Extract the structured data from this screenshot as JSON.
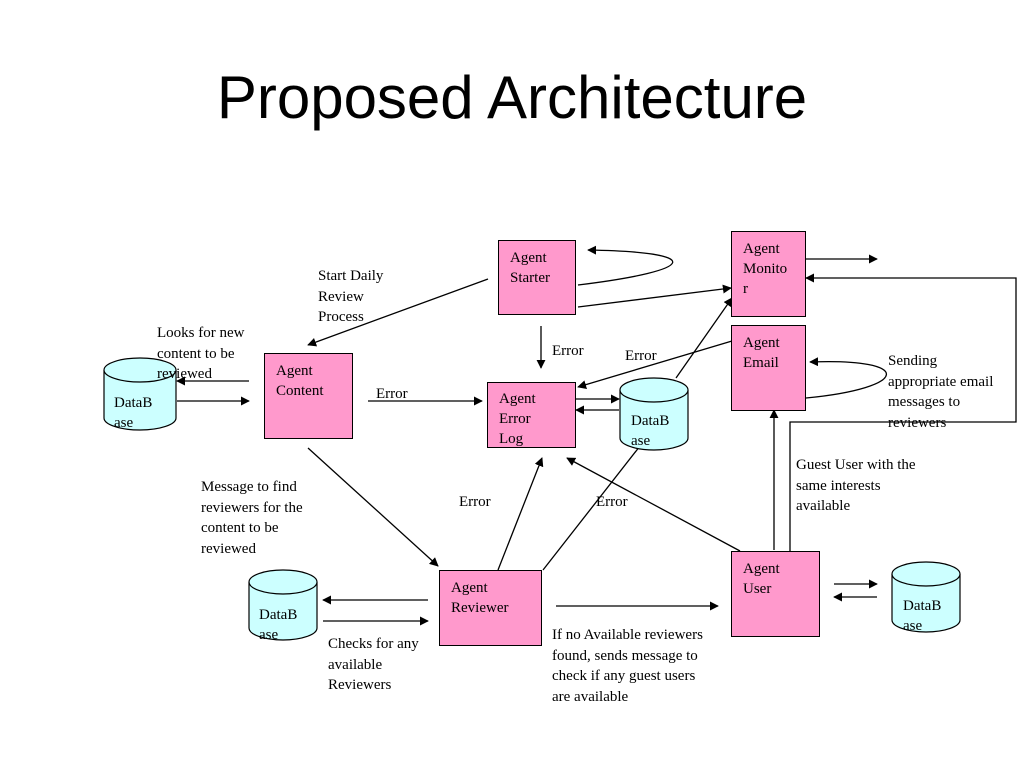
{
  "title": "Proposed Architecture",
  "colors": {
    "agent_fill": "#ff99cc",
    "database_fill": "#ccffff",
    "stroke": "#000000"
  },
  "agents": {
    "starter": "Agent\nStarter",
    "monitor": "Agent\nMonito\nr",
    "email": "Agent\nEmail",
    "content": "Agent\nContent",
    "error_log": "Agent\nError\nLog",
    "reviewer": "Agent\nReviewer",
    "user": "Agent\nUser"
  },
  "databases": {
    "left": "DataB\nase",
    "center": "DataB\nase",
    "bottom_left": "DataB\nase",
    "right": "DataB\nase"
  },
  "notes": {
    "start_daily": "Start Daily\nReview\nProcess",
    "looks_for_new": "Looks for new\ncontent to be\nreviewed",
    "error_content": "Error",
    "error_starter": "Error",
    "error_email": "Error",
    "error_reviewer": "Error",
    "error_user": "Error",
    "message_find": "Message to find\nreviewers for the\ncontent to be\nreviewed",
    "checks_any": "Checks for any\navailable\nReviewers",
    "if_no_available": "If no Available reviewers\nfound, sends message to\ncheck if any guest users\nare available",
    "guest_user": "Guest User with the\nsame interests\navailable",
    "sending_email": "Sending\nappropriate email\nmessages to\nreviewers"
  }
}
